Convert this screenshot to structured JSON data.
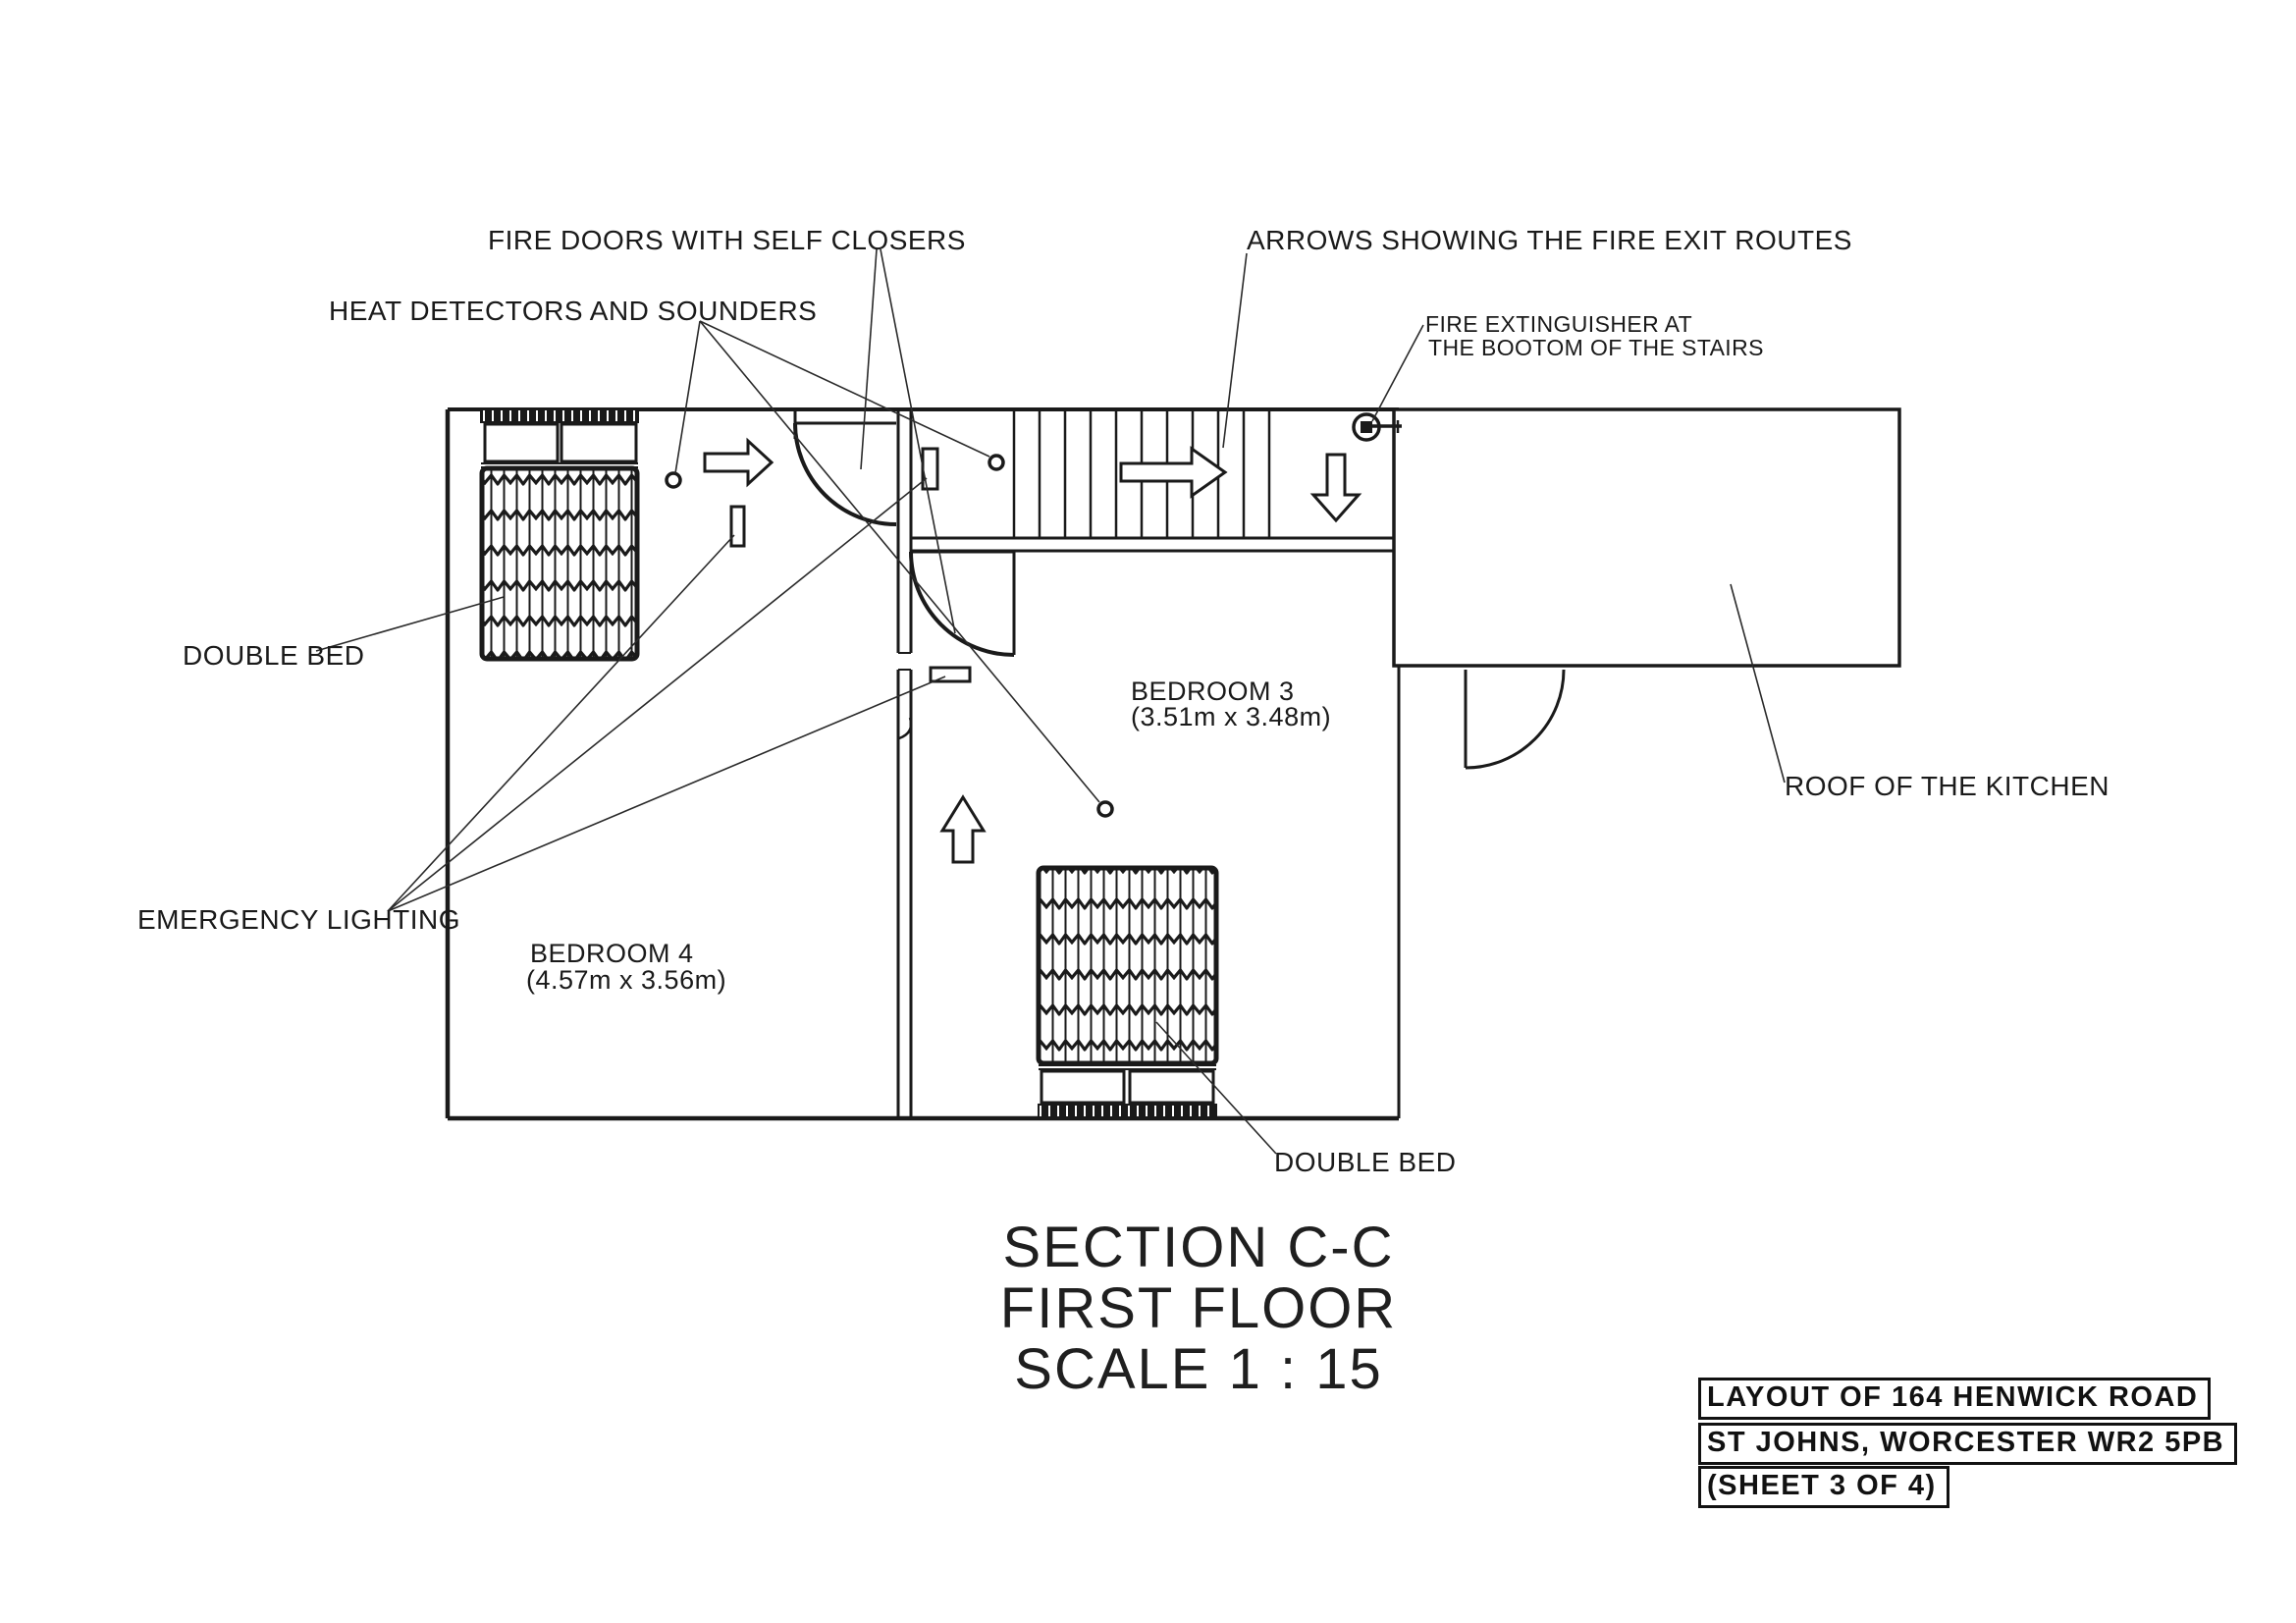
{
  "page": {
    "background": "#ffffff",
    "ink": "#1a1a1a"
  },
  "annotations": {
    "fire_doors": "FIRE DOORS WITH SELF CLOSERS",
    "heat_detectors": "HEAT DETECTORS AND SOUNDERS",
    "fire_exit_arrows": "ARROWS SHOWING THE FIRE EXIT ROUTES",
    "fire_extinguisher_line1": "FIRE EXTINGUISHER AT",
    "fire_extinguisher_line2": "THE BOOTOM OF THE STAIRS",
    "double_bed_left": "DOUBLE BED",
    "double_bed_right": "DOUBLE BED",
    "emergency_lighting": "EMERGENCY LIGHTING",
    "roof_of_kitchen": "ROOF OF THE KITCHEN"
  },
  "rooms": {
    "bedroom3": {
      "name": "BEDROOM 3",
      "dimensions": "(3.51m x 3.48m)"
    },
    "bedroom4": {
      "name": "BEDROOM 4",
      "dimensions": "(4.57m x 3.56m)"
    }
  },
  "title": {
    "line1": "SECTION C-C",
    "line2": "FIRST FLOOR",
    "line3": "SCALE 1 : 15"
  },
  "title_block": {
    "line1": "LAYOUT OF 164 HENWICK ROAD",
    "line2": "ST JOHNS, WORCESTER WR2 5PB",
    "line3": "(SHEET 3 OF 4)"
  }
}
